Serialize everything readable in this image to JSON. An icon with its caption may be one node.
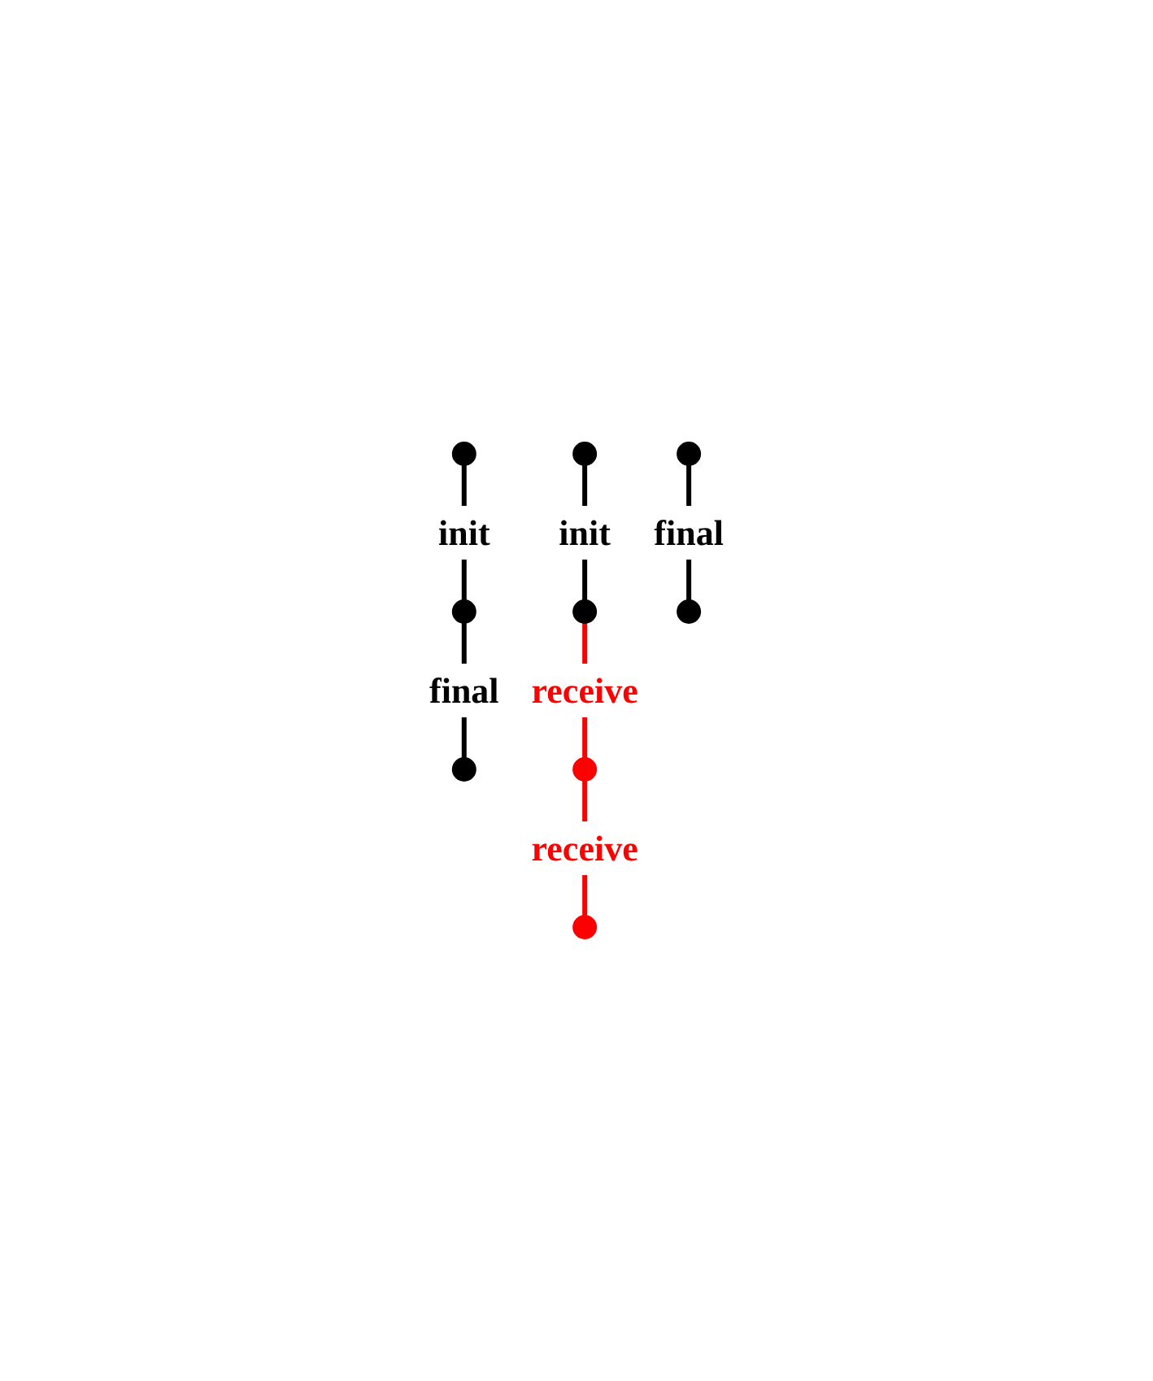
{
  "diagram": {
    "nodes": [
      {
        "text": [],
        "shape": "circle"
      },
      {
        "text": [],
        "shape": "circle"
      },
      {
        "text": [],
        "shape": "circle"
      },
      {
        "text": [],
        "shape": "circle"
      },
      {
        "text": [],
        "shape": "circle"
      },
      {
        "text": [],
        "shape": "circle"
      },
      {
        "text": [],
        "shape": "circle"
      },
      {
        "text": [],
        "shape": "circle"
      },
      {
        "text": [],
        "shape": "circle"
      }
    ],
    "edges": [
      {
        "from": 0,
        "to": 1,
        "arrow": "none",
        "label": "init"
      },
      {
        "from": 1,
        "to": 2,
        "arrow": "none",
        "label": "final"
      },
      {
        "from": 3,
        "to": 4,
        "arrow": "none",
        "label": "init"
      },
      {
        "from": 4,
        "to": 5,
        "arrow": "none",
        "label": "receive",
        "color": "#ff0000"
      },
      {
        "from": 5,
        "to": 6,
        "arrow": "none",
        "label": "receive",
        "color": "#ff0000"
      },
      {
        "from": 7,
        "to": 8,
        "arrow": "none",
        "label": "final"
      }
    ]
  }
}
